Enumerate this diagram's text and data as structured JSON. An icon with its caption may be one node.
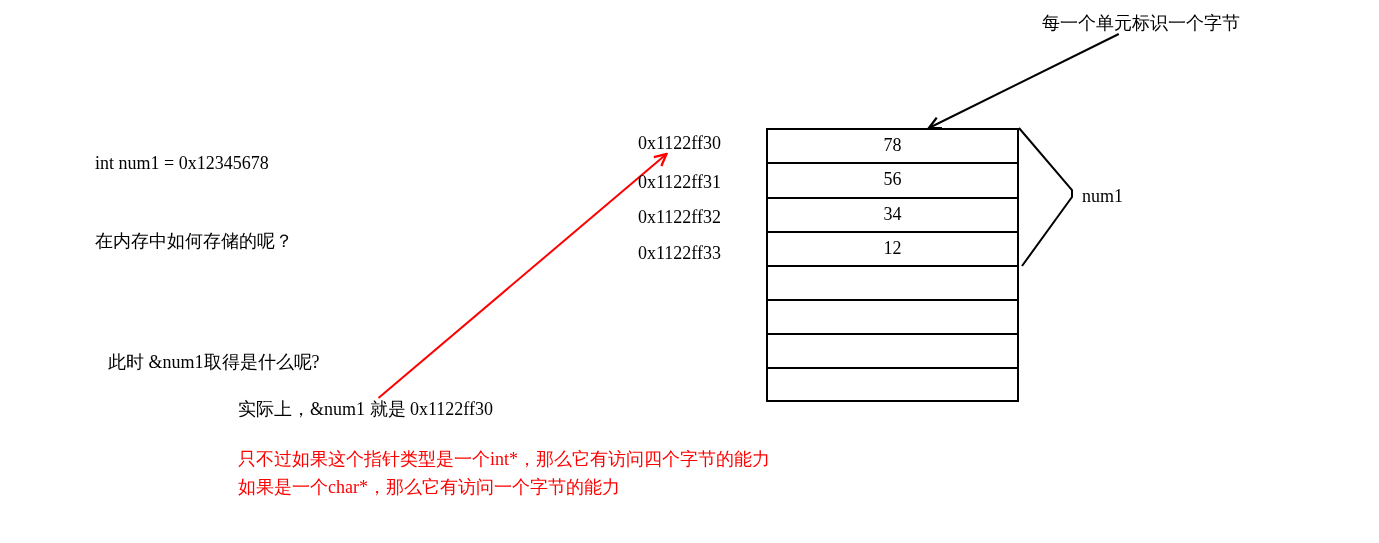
{
  "diagram": {
    "nodes": [
      {
        "text": [
          "0x1122ff30"
        ]
      },
      {
        "text": [
          "实际上，&num1 就是 0x1122ff30"
        ]
      },
      {
        "text": [
          "每一个单元标识一个字节"
        ]
      },
      {
        "text": [
          "78"
        ]
      },
      {
        "text": [
          "56"
        ]
      },
      {
        "text": [
          "34"
        ]
      },
      {
        "text": [
          "12"
        ]
      },
      {
        "text": [],
        "shape": "box"
      },
      {
        "text": [],
        "shape": "box"
      },
      {
        "text": [],
        "shape": "box"
      },
      {
        "text": [],
        "shape": "box"
      }
    ],
    "edges": [
      {
        "from": 1,
        "to": 0,
        "arrow": "to",
        "color": "#ff0000"
      },
      {
        "from": 2,
        "to": 3,
        "arrow": "to",
        "color": "#000000"
      }
    ],
    "labels": [
      "int num1 = 0x12345678",
      "0x1122ff31",
      "0x1122ff32",
      "0x1122ff33",
      "num1",
      "在内存中如何存储的呢？",
      "此时 &num1取得是什么呢?",
      "只不过如果这个指针类型是一个int*，那么它有访问四个字节的能力",
      "如果是一个char*，那么它有访问一个字节的能力"
    ]
  }
}
